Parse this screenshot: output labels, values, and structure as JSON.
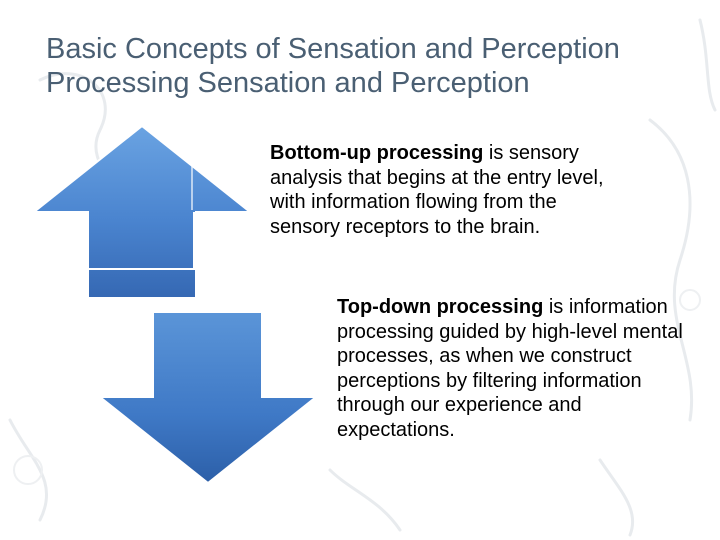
{
  "slide": {
    "title_line1": "Basic Concepts of Sensation and Perception",
    "title_line2": "Processing Sensation and Perception"
  },
  "bottom_up": {
    "term": "Bottom-up processing",
    "definition": " is sensory analysis that begins at the entry level, with information flowing from the sensory receptors to the brain."
  },
  "top_down": {
    "term": "Top-down processing",
    "definition": " is information processing guided by high-level mental processes, as when we construct perceptions by filtering information through our experience and expectations."
  },
  "colors": {
    "title": "#4a5f73",
    "arrow_light": "#5b95d8",
    "arrow_dark": "#2c5fa8"
  },
  "icons": {
    "up": "arrow-up-icon",
    "down": "arrow-down-icon"
  }
}
